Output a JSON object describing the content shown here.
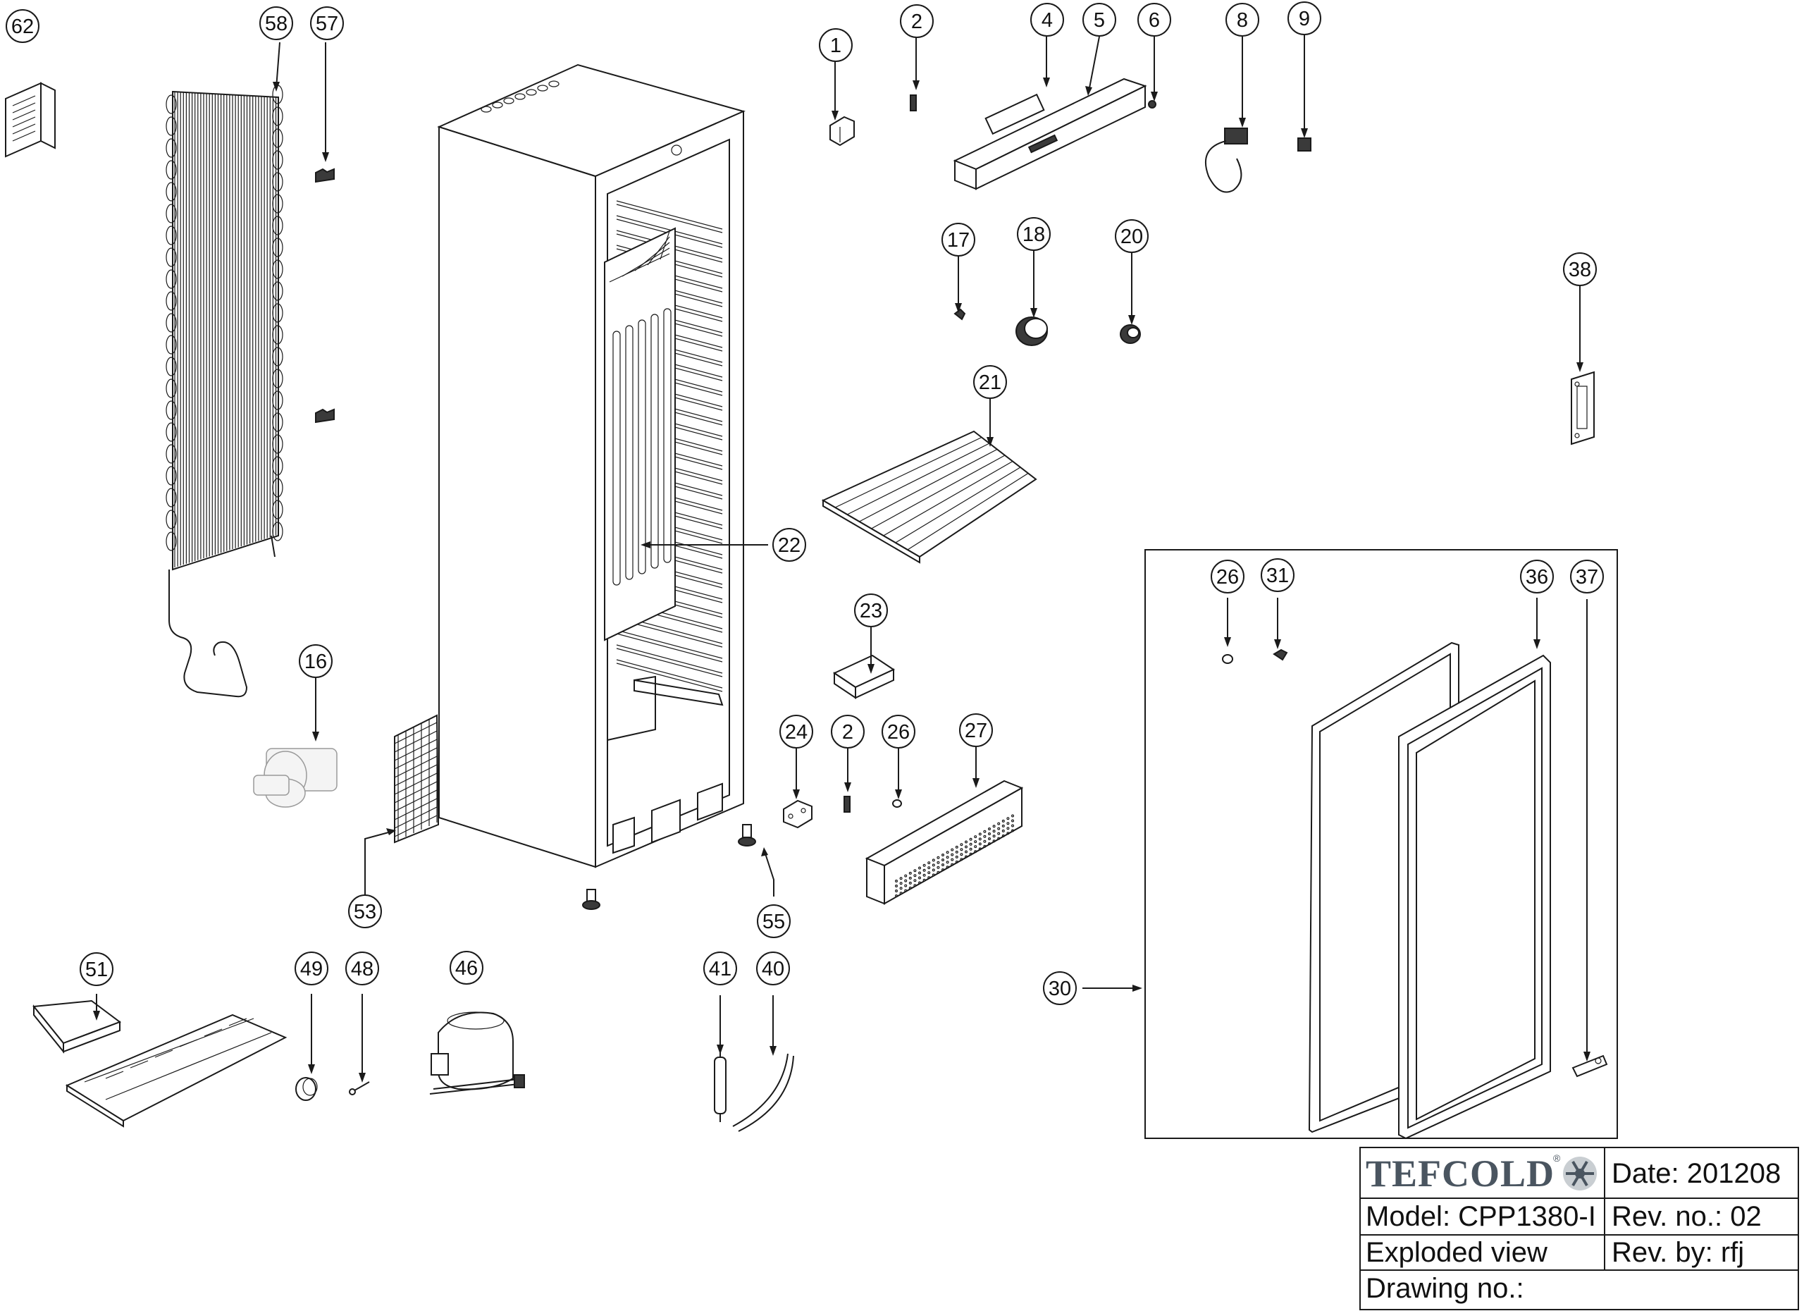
{
  "callouts": [
    {
      "label": "62"
    },
    {
      "label": "58"
    },
    {
      "label": "57"
    },
    {
      "label": "1"
    },
    {
      "label": "2"
    },
    {
      "label": "4"
    },
    {
      "label": "5"
    },
    {
      "label": "6"
    },
    {
      "label": "8"
    },
    {
      "label": "9"
    },
    {
      "label": "17"
    },
    {
      "label": "18"
    },
    {
      "label": "20"
    },
    {
      "label": "38"
    },
    {
      "label": "21"
    },
    {
      "label": "22"
    },
    {
      "label": "16"
    },
    {
      "label": "23"
    },
    {
      "label": "24"
    },
    {
      "label": "2"
    },
    {
      "label": "26"
    },
    {
      "label": "27"
    },
    {
      "label": "53"
    },
    {
      "label": "55"
    },
    {
      "label": "51"
    },
    {
      "label": "49"
    },
    {
      "label": "48"
    },
    {
      "label": "46"
    },
    {
      "label": "41"
    },
    {
      "label": "40"
    },
    {
      "label": "30"
    },
    {
      "label": "26"
    },
    {
      "label": "31"
    },
    {
      "label": "36"
    },
    {
      "label": "37"
    }
  ],
  "title_block": {
    "brand": "TEFCOLD",
    "brand_mark": "®",
    "date": "Date: 201208",
    "model": "Model: CPP1380-I",
    "rev_no": "Rev. no.: 02",
    "view": "Exploded view",
    "rev_by": "Rev. by: rfj",
    "drawing_no": "Drawing no.:"
  }
}
